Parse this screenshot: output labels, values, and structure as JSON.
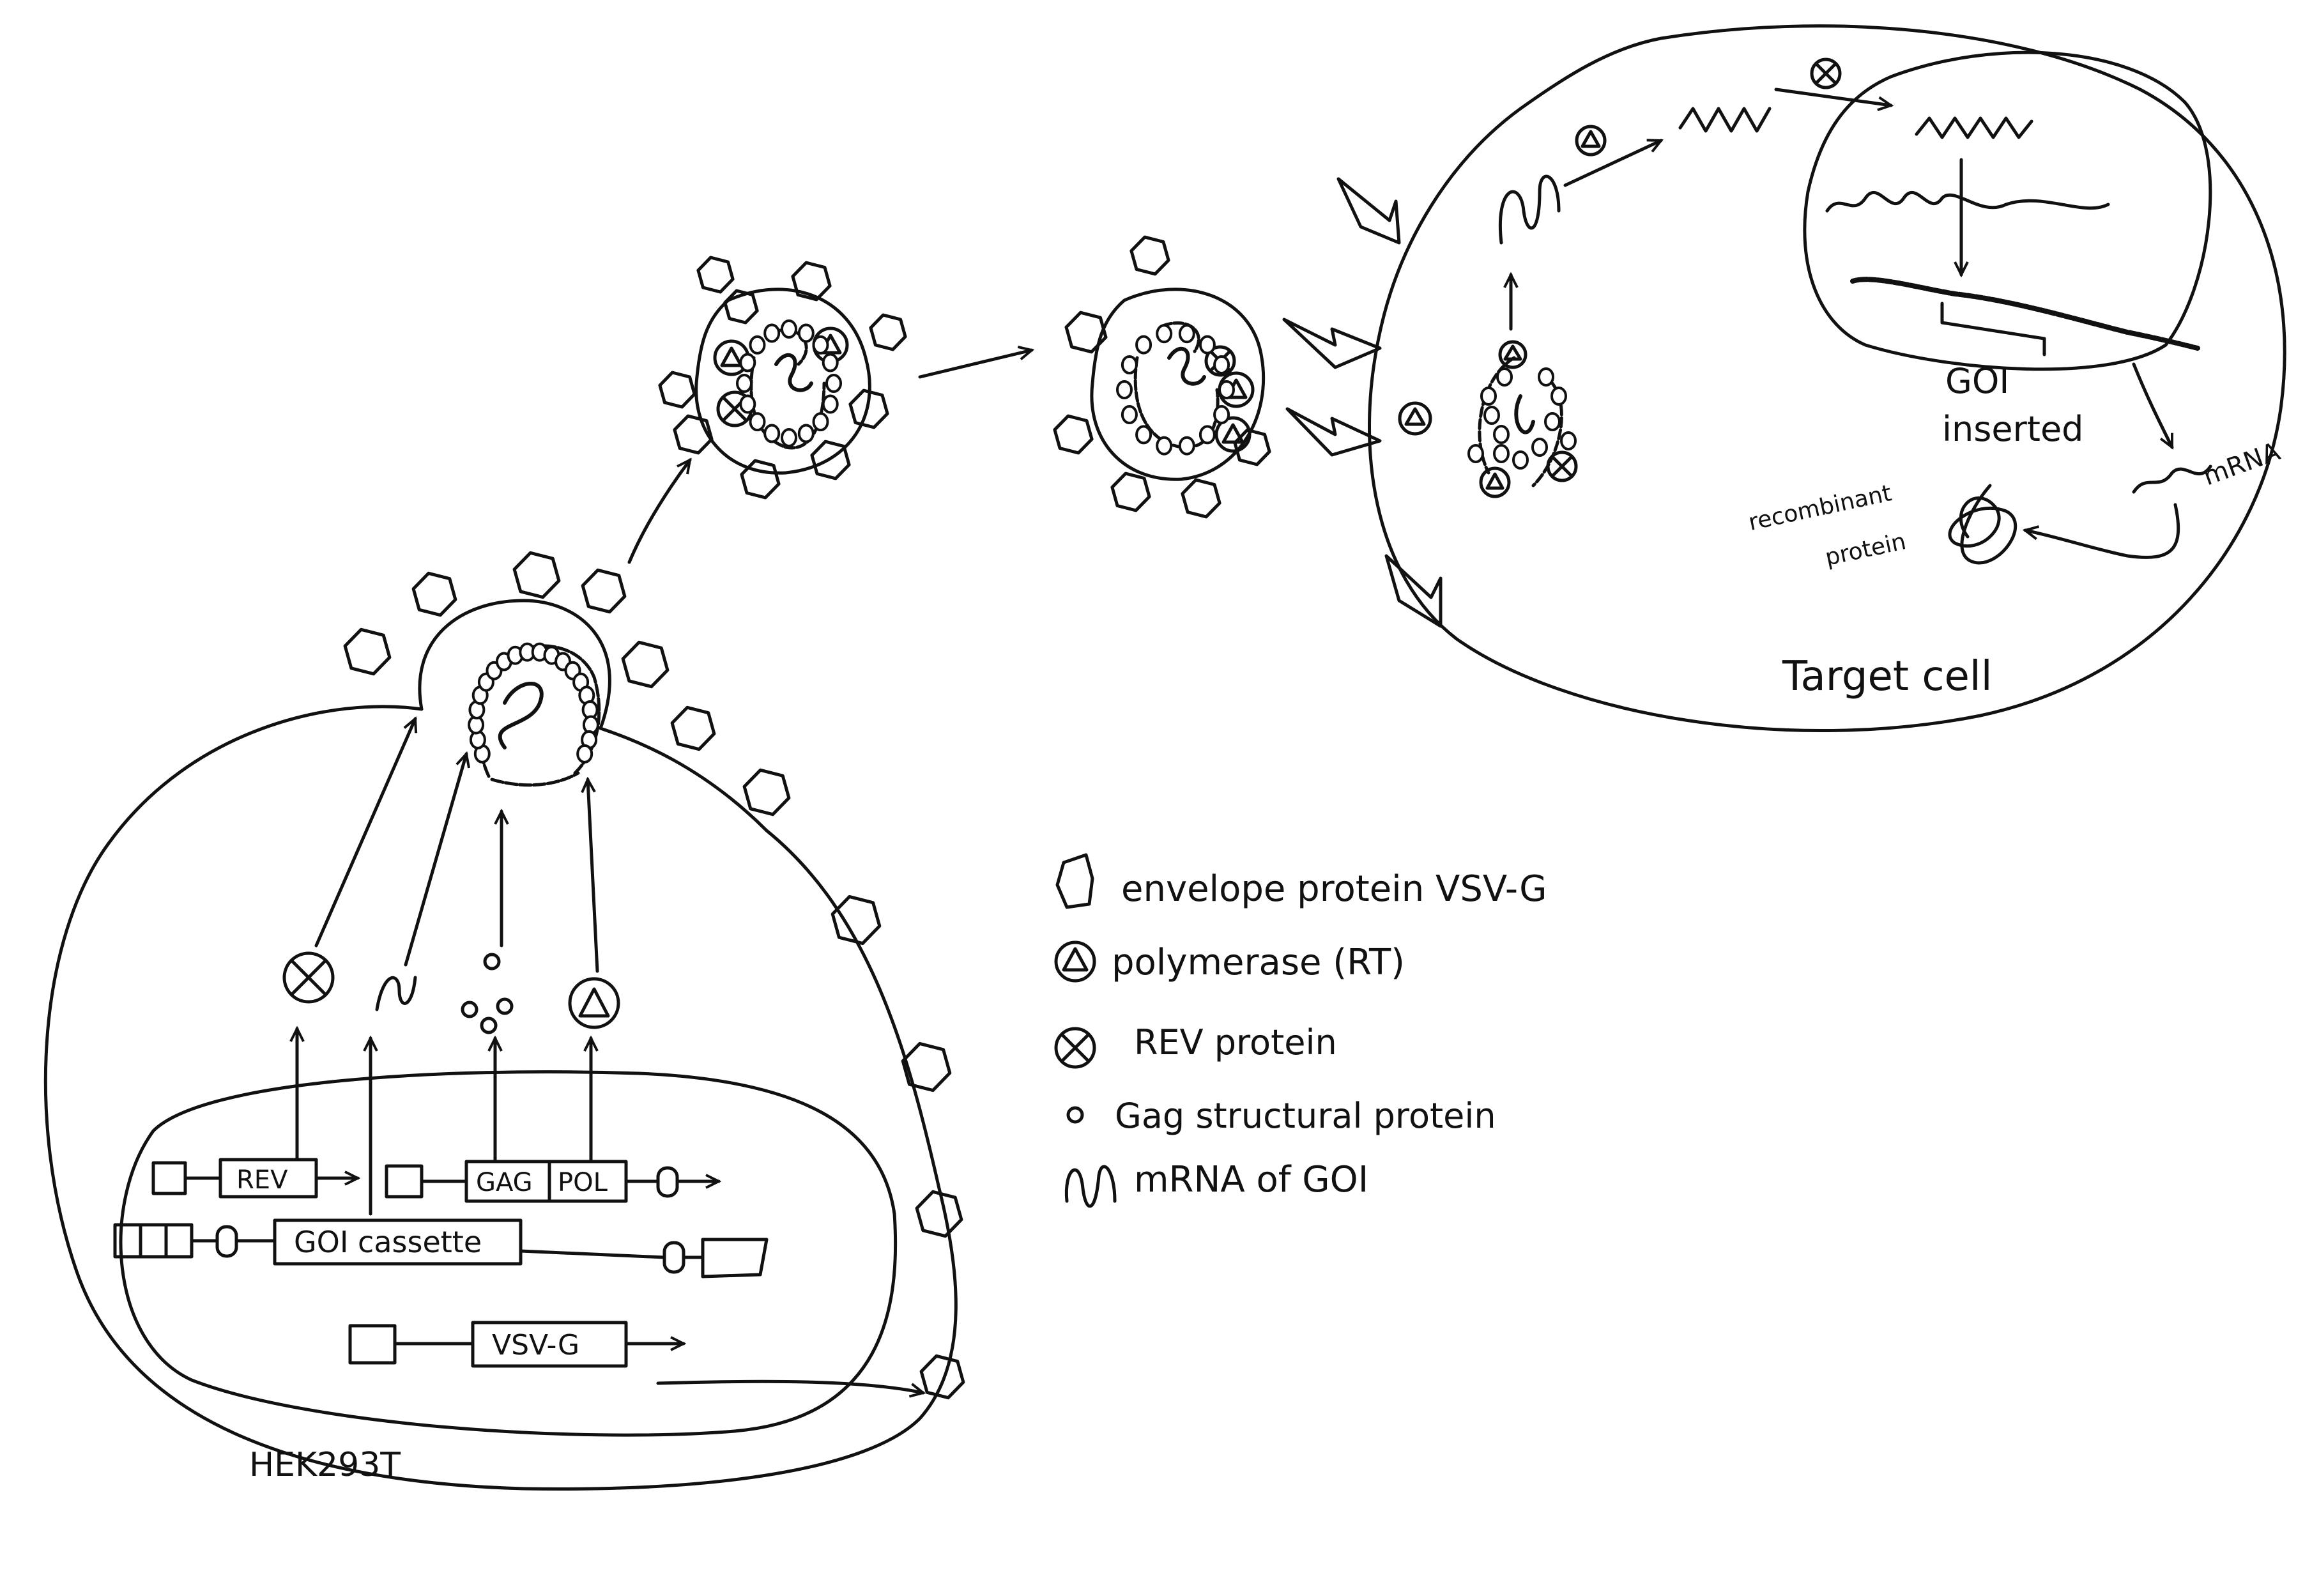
{
  "cells": {
    "producer_label": "HEK293T",
    "target_label": "Target cell"
  },
  "plasmids": {
    "rev": "REV",
    "gag": "GAG",
    "pol": "POL",
    "goi": "GOI cassette",
    "vsvg": "VSV-G"
  },
  "target_annotations": {
    "goi_inserted_line1": "GOI",
    "goi_inserted_line2": "inserted",
    "mrna": "mRNA",
    "recombinant_line1": "recombinant",
    "recombinant_line2": "protein"
  },
  "legend": {
    "envelope": "envelope protein VSV-G",
    "polymerase": "polymerase (RT)",
    "rev": "REV protein",
    "gag": "Gag structural protein",
    "mrna": "mRNA of GOI"
  },
  "icons": [
    "hexagon-envelope-icon",
    "circled-triangle-polymerase-icon",
    "circled-x-rev-icon",
    "small-circle-gag-icon",
    "squiggle-mrna-icon"
  ],
  "colors": {
    "ink": "#111111",
    "background": "#ffffff"
  }
}
